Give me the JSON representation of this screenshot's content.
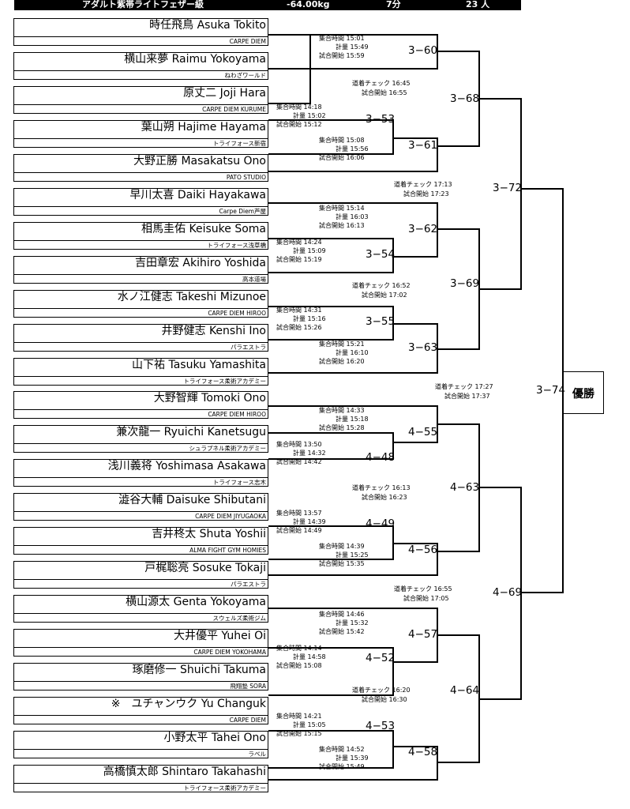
{
  "header": {
    "division": "アダルト紫帯ライトフェザー級",
    "weight": "-64.00kg",
    "time": "7分",
    "count": "23 人"
  },
  "competitors": [
    {
      "name": "時任飛鳥 Asuka Tokito",
      "affiliation": "CARPE DIEM"
    },
    {
      "name": "横山来夢 Raimu Yokoyama",
      "affiliation": "ねわざワールド"
    },
    {
      "name": "原丈二 Joji Hara",
      "affiliation": "CARPE DIEM KURUME"
    },
    {
      "name": "葉山朔 Hajime Hayama",
      "affiliation": "トライフォース新宿"
    },
    {
      "name": "大野正勝 Masakatsu Ono",
      "affiliation": "PATO STUDIO"
    },
    {
      "name": "早川太喜 Daiki Hayakawa",
      "affiliation": "Carpe Diem芦屋"
    },
    {
      "name": "相馬圭佑 Keisuke Soma",
      "affiliation": "トライフォース浅草橋"
    },
    {
      "name": "吉田章宏 Akihiro Yoshida",
      "affiliation": "高本道場"
    },
    {
      "name": "水ノ江健志 Takeshi Mizunoe",
      "affiliation": "CARPE DIEM HIROO"
    },
    {
      "name": "井野健志 Kenshi Ino",
      "affiliation": "パラエストラ"
    },
    {
      "name": "山下祐 Tasuku Yamashita",
      "affiliation": "トライフォース柔術アカデミー"
    },
    {
      "name": "大野智輝 Tomoki Ono",
      "affiliation": "CARPE DIEM HIROO"
    },
    {
      "name": "兼次龍一 Ryuichi Kanetsugu",
      "affiliation": "シュラプネル柔術アカデミー"
    },
    {
      "name": "浅川義将 Yoshimasa Asakawa",
      "affiliation": "トライフォース志木"
    },
    {
      "name": "澁谷大輔 Daisuke Shibutani",
      "affiliation": "CARPE DIEM JIYUGAOKA"
    },
    {
      "name": "吉井柊太 Shuta Yoshii",
      "affiliation": "ALMA FIGHT GYM HOMIES"
    },
    {
      "name": "戸梶聡亮 Sosuke Tokaji",
      "affiliation": "パラエストラ"
    },
    {
      "name": "横山源太 Genta Yokoyama",
      "affiliation": "スウェルズ柔術ジム"
    },
    {
      "name": "大井優平 Yuhei Oi",
      "affiliation": "CARPE DIEM YOKOHAMA"
    },
    {
      "name": "琢磨修一 Shuichi Takuma",
      "affiliation": "飛翔塾 SORA"
    },
    {
      "name": "※　ユチャンウク Yu Changuk",
      "affiliation": "CARPE DIEM"
    },
    {
      "name": "小野太平 Tahei Ono",
      "affiliation": "ラベル"
    },
    {
      "name": "高橋慎太郎 Shintaro Takahashi",
      "affiliation": "トライフォース柔術アカデミー"
    }
  ],
  "matches": [
    {
      "id": "3-60",
      "label": "3−60"
    },
    {
      "id": "3-53",
      "label": "3−53"
    },
    {
      "id": "3-61",
      "label": "3−61"
    },
    {
      "id": "3-68",
      "label": "3−68"
    },
    {
      "id": "3-62",
      "label": "3−62"
    },
    {
      "id": "3-54",
      "label": "3−54"
    },
    {
      "id": "3-69",
      "label": "3−69"
    },
    {
      "id": "3-55",
      "label": "3−55"
    },
    {
      "id": "3-63",
      "label": "3−63"
    },
    {
      "id": "3-72",
      "label": "3−72"
    },
    {
      "id": "3-74",
      "label": "3−74"
    },
    {
      "id": "4-55",
      "label": "4−55"
    },
    {
      "id": "4-48",
      "label": "4−48"
    },
    {
      "id": "4-63",
      "label": "4−63"
    },
    {
      "id": "4-49",
      "label": "4−49"
    },
    {
      "id": "4-56",
      "label": "4−56"
    },
    {
      "id": "4-69",
      "label": "4−69"
    },
    {
      "id": "4-57",
      "label": "4−57"
    },
    {
      "id": "4-52",
      "label": "4−52"
    },
    {
      "id": "4-64",
      "label": "4−64"
    },
    {
      "id": "4-53",
      "label": "4−53"
    },
    {
      "id": "4-58",
      "label": "4−58"
    }
  ],
  "schedules": [
    {
      "call": "集合時間 15:01",
      "weigh": "計量 15:49",
      "start": "試合開始 15:59"
    },
    {
      "call": "集合時間 14:18",
      "weigh": "計量 15:02",
      "start": "試合開始 15:12"
    },
    {
      "call": "集合時間 15:08",
      "weigh": "計量 15:56",
      "start": "試合開始 16:06"
    },
    {
      "call": "集合時間 15:14",
      "weigh": "計量 16:03",
      "start": "試合開始 16:13"
    },
    {
      "call": "集合時間 14:24",
      "weigh": "計量 15:09",
      "start": "試合開始 15:19"
    },
    {
      "call": "集合時間 14:31",
      "weigh": "計量 15:16",
      "start": "試合開始 15:26"
    },
    {
      "call": "集合時間 15:21",
      "weigh": "計量 16:10",
      "start": "試合開始 16:20"
    },
    {
      "call": "集合時間 14:33",
      "weigh": "計量 15:18",
      "start": "試合開始 15:28"
    },
    {
      "call": "集合時間 13:50",
      "weigh": "計量 14:32",
      "start": "試合開始 14:42"
    },
    {
      "call": "集合時間 13:57",
      "weigh": "計量 14:39",
      "start": "試合開始 14:49"
    },
    {
      "call": "集合時間 14:39",
      "weigh": "計量 15:25",
      "start": "試合開始 15:35"
    },
    {
      "call": "集合時間 14:46",
      "weigh": "計量 15:32",
      "start": "試合開始 15:42"
    },
    {
      "call": "集合時間 14:14",
      "weigh": "計量 14:58",
      "start": "試合開始 15:08"
    },
    {
      "call": "集合時間 14:21",
      "weigh": "計量 15:05",
      "start": "試合開始 15:15"
    },
    {
      "call": "集合時間 14:52",
      "weigh": "計量 15:39",
      "start": "試合開始 15:49"
    }
  ],
  "checks": [
    {
      "check": "道着チェック 16:45",
      "start": "試合開始 16:55"
    },
    {
      "check": "道着チェック 17:13",
      "start": "試合開始 17:23"
    },
    {
      "check": "道着チェック 16:52",
      "start": "試合開始 17:02"
    },
    {
      "check": "道着チェック 17:27",
      "start": "試合開始 17:37"
    },
    {
      "check": "道着チェック 16:13",
      "start": "試合開始 16:23"
    },
    {
      "check": "道着チェック 16:55",
      "start": "試合開始 17:05"
    },
    {
      "check": "道着チェック 16:20",
      "start": "試合開始 16:30"
    }
  ],
  "winner_label": "優勝"
}
